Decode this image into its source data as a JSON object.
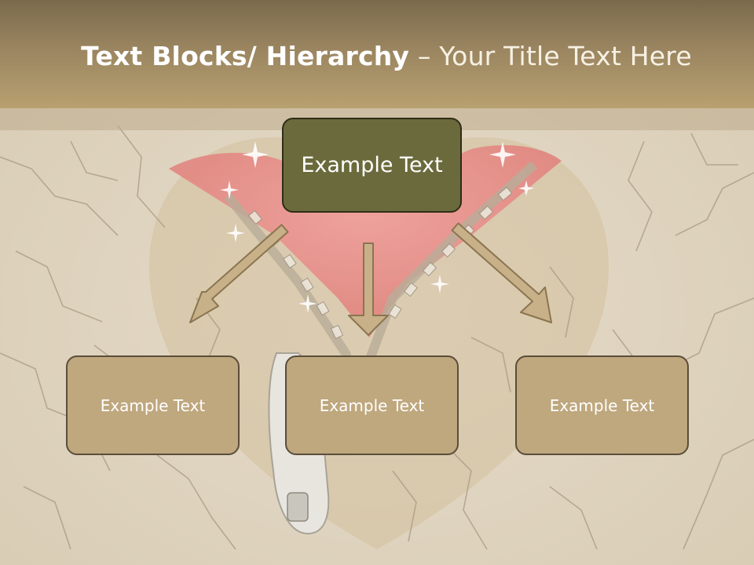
{
  "title": {
    "bold": "Text Blocks/ Hierarchy",
    "rest": " – Your Title Text Here"
  },
  "hierarchy": {
    "top": {
      "label": "Example Text"
    },
    "children": [
      {
        "label": "Example Text"
      },
      {
        "label": "Example Text"
      },
      {
        "label": "Example Text"
      }
    ]
  },
  "colors": {
    "title_bar": "#9a8560",
    "top_box": "#6b6a3c",
    "child_box": "#bfa77e",
    "arrow_fill": "#c8b088",
    "background": "#e2d8c6"
  }
}
